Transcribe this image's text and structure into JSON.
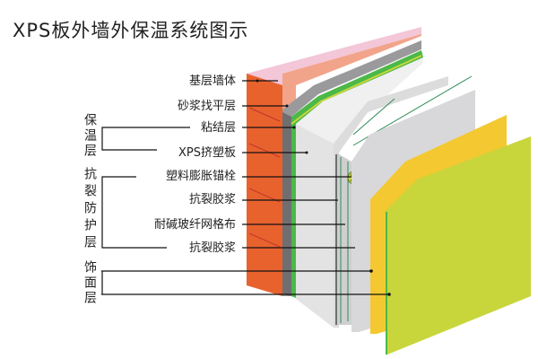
{
  "title": "XPS板外墙外保温系统图示",
  "layers": [
    {
      "id": "base-wall",
      "label": "基层墙体"
    },
    {
      "id": "leveling-mortar",
      "label": "砂浆找平层"
    },
    {
      "id": "adhesive-layer",
      "label": "粘结层"
    },
    {
      "id": "xps-board",
      "label": "XPS挤塑板"
    },
    {
      "id": "plastic-anchor",
      "label": "塑料膨胀锚栓"
    },
    {
      "id": "anti-crack-mortar-1",
      "label": "抗裂胶浆"
    },
    {
      "id": "alkali-resistant-mesh",
      "label": "耐碱玻纤网格布"
    },
    {
      "id": "anti-crack-mortar-2",
      "label": "抗裂胶浆"
    }
  ],
  "groups": [
    {
      "id": "insulation-layer",
      "label": "保温层",
      "chars": [
        "保",
        "温",
        "层"
      ]
    },
    {
      "id": "anti-crack-protection-layer",
      "label": "抗裂防护层",
      "chars": [
        "抗",
        "裂",
        "防",
        "护",
        "层"
      ]
    },
    {
      "id": "finish-layer",
      "label": "饰面层",
      "chars": [
        "饰",
        "面",
        "层"
      ]
    }
  ],
  "colors": {
    "brick": "#e8622e",
    "brick_top": "#f2a48a",
    "pink_top": "#f3c6d8",
    "mortar": "#6f6f72",
    "adhesive": "#4cb848",
    "xps": "#e3e3e3",
    "mesh": "#2e8b57",
    "primer": "#f4c830",
    "finish": "#c8d63c"
  }
}
